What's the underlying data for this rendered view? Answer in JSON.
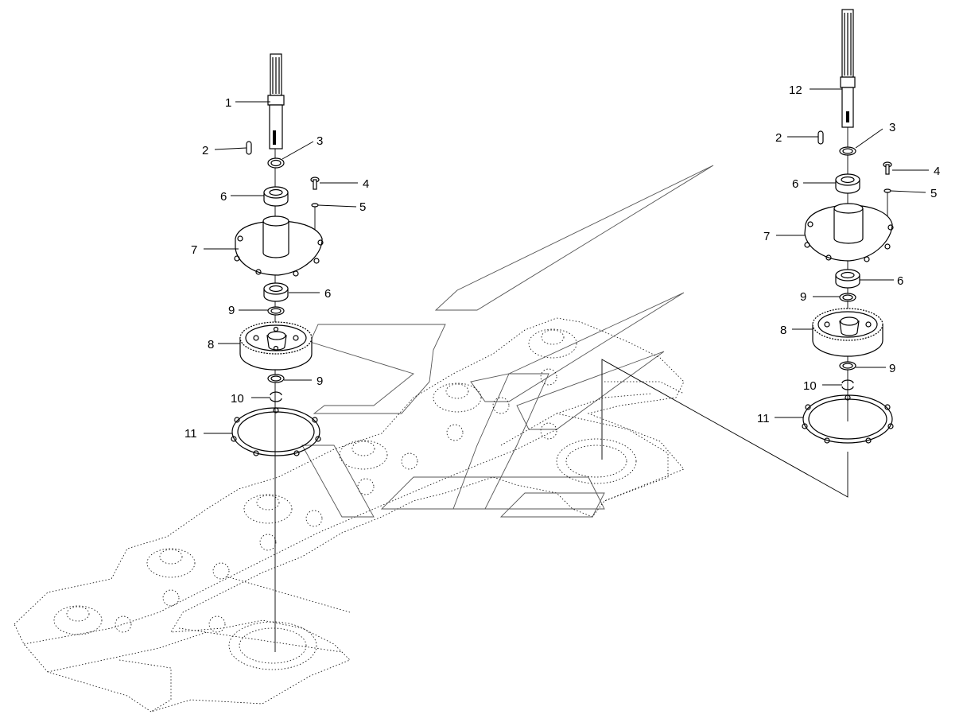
{
  "diagram": {
    "left_assembly": {
      "callouts": [
        {
          "id": "l1",
          "label": "1"
        },
        {
          "id": "l2",
          "label": "2"
        },
        {
          "id": "l3",
          "label": "3"
        },
        {
          "id": "l4",
          "label": "4"
        },
        {
          "id": "l5",
          "label": "5"
        },
        {
          "id": "l6a",
          "label": "6"
        },
        {
          "id": "l7",
          "label": "7"
        },
        {
          "id": "l6b",
          "label": "6"
        },
        {
          "id": "l9a",
          "label": "9"
        },
        {
          "id": "l8",
          "label": "8"
        },
        {
          "id": "l9b",
          "label": "9"
        },
        {
          "id": "l10",
          "label": "10"
        },
        {
          "id": "l11",
          "label": "11"
        }
      ]
    },
    "right_assembly": {
      "callouts": [
        {
          "id": "r12",
          "label": "12"
        },
        {
          "id": "r2",
          "label": "2"
        },
        {
          "id": "r3",
          "label": "3"
        },
        {
          "id": "r4",
          "label": "4"
        },
        {
          "id": "r6a",
          "label": "6"
        },
        {
          "id": "r5",
          "label": "5"
        },
        {
          "id": "r7",
          "label": "7"
        },
        {
          "id": "r6b",
          "label": "6"
        },
        {
          "id": "r9a",
          "label": "9"
        },
        {
          "id": "r8",
          "label": "8"
        },
        {
          "id": "r9b",
          "label": "9"
        },
        {
          "id": "r10",
          "label": "10"
        },
        {
          "id": "r11",
          "label": "11"
        }
      ]
    }
  }
}
